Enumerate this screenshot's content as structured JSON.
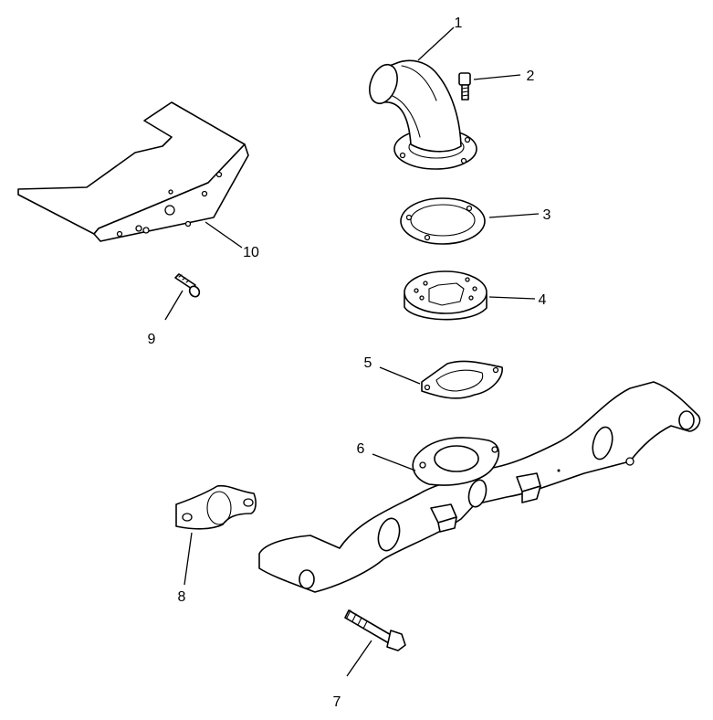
{
  "diagram": {
    "callouts": [
      {
        "id": "1",
        "label": "1",
        "part": "exhaust-elbow"
      },
      {
        "id": "2",
        "label": "2",
        "part": "elbow-screw"
      },
      {
        "id": "3",
        "label": "3",
        "part": "elbow-gasket"
      },
      {
        "id": "4",
        "label": "4",
        "part": "spacer-plate"
      },
      {
        "id": "5",
        "label": "5",
        "part": "manifold-gasket"
      },
      {
        "id": "6",
        "label": "6",
        "part": "exhaust-manifold"
      },
      {
        "id": "7",
        "label": "7",
        "part": "manifold-bolt"
      },
      {
        "id": "8",
        "label": "8",
        "part": "port-gasket"
      },
      {
        "id": "9",
        "label": "9",
        "part": "shield-screw"
      },
      {
        "id": "10",
        "label": "10",
        "part": "heat-shield"
      }
    ]
  }
}
